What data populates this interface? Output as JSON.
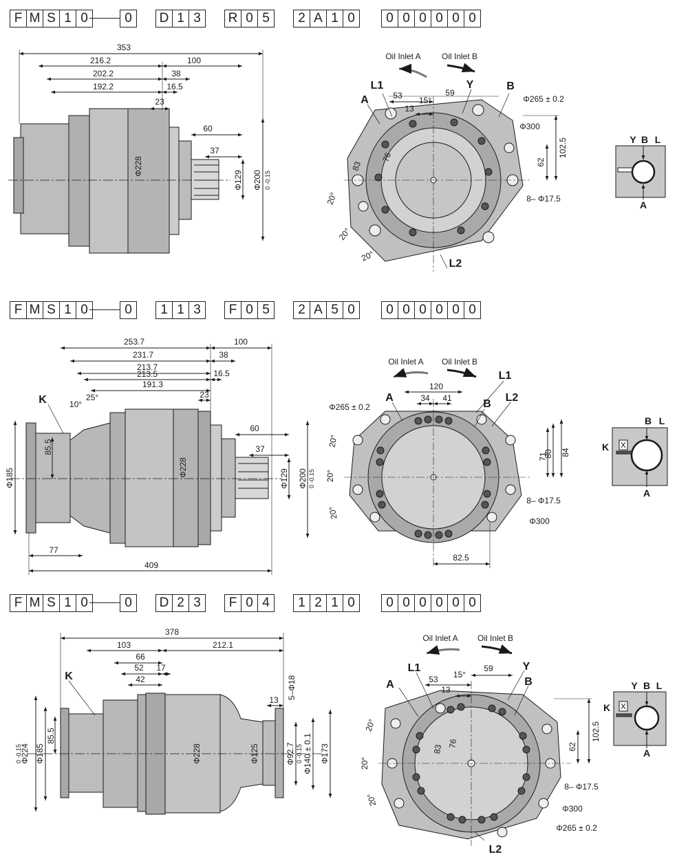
{
  "models": [
    {
      "code": [
        [
          "F",
          "M",
          "S",
          "1",
          "0"
        ],
        [
          "0"
        ],
        [
          "D",
          "1",
          "3"
        ],
        [
          "R",
          "0",
          "5"
        ],
        [
          "2",
          "A",
          "1",
          "0"
        ],
        [
          "0",
          "0",
          "0",
          "0",
          "0",
          "0"
        ]
      ],
      "side": {
        "d353": "353",
        "d216": "216.2",
        "d100": "100",
        "d202": "202.2",
        "d38": "38",
        "d192": "192.2",
        "d16": "16.5",
        "d23": "23",
        "d60": "60",
        "d37": "37",
        "phi228": "Φ228",
        "phi129": "Φ129",
        "phi200": "Φ200",
        "tol200": "0\n-0.15"
      },
      "front": {
        "inletA": "Oil Inlet A",
        "inletB": "Oil Inlet B",
        "L1": "L1",
        "Y": "Y",
        "B": "B",
        "A": "A",
        "L2": "L2",
        "d53": "53",
        "d59": "59",
        "a15": "15°",
        "d13": "13",
        "phi265": "Φ265 ± 0.2",
        "phi300": "Φ300",
        "d1025": "102.5",
        "d62": "62",
        "d83": "83",
        "d76": "76",
        "holes": "8– Φ17.5",
        "a20a": "20°",
        "a20b": "20°",
        "a20c": "20°"
      },
      "port": {
        "Y": "Y",
        "B": "B",
        "L": "L",
        "A": "A"
      }
    },
    {
      "code": [
        [
          "F",
          "M",
          "S",
          "1",
          "0"
        ],
        [
          "0"
        ],
        [
          "1",
          "1",
          "3"
        ],
        [
          "F",
          "0",
          "5"
        ],
        [
          "2",
          "A",
          "5",
          "0"
        ],
        [
          "0",
          "0",
          "0",
          "0",
          "0",
          "0"
        ]
      ],
      "side": {
        "d2537": "253.7",
        "d100": "100",
        "d2317": "231.7",
        "d38": "38",
        "d2137": "213.7",
        "d2135": "213.5",
        "d16": "16.5",
        "d1913": "191.3",
        "d23": "23",
        "a10": "10°",
        "a25": "25°",
        "K": "K",
        "d60": "60",
        "d37": "37",
        "phi185": "Φ185",
        "d855": "85.5",
        "phi228": "Φ228",
        "phi129": "Φ129",
        "phi200": "Φ200",
        "tol200": "0\n-0.15",
        "d77": "77",
        "d409": "409"
      },
      "front": {
        "inletA": "Oil Inlet A",
        "inletB": "Oil Inlet B",
        "L1": "L1",
        "A": "A",
        "B": "B",
        "L2": "L2",
        "d120": "120",
        "d34": "34",
        "d41": "41",
        "phi265": "Φ265 ± 0.2",
        "d71": "71",
        "d80": "80",
        "d84": "84",
        "holes": "8– Φ17.5",
        "phi300": "Φ300",
        "d825": "82.5",
        "a20a": "20°",
        "a20b": "20°",
        "a20c": "20°"
      },
      "port": {
        "K": "K",
        "B": "B",
        "L": "L",
        "A": "A"
      }
    },
    {
      "code": [
        [
          "F",
          "M",
          "S",
          "1",
          "0"
        ],
        [
          "0"
        ],
        [
          "D",
          "2",
          "3"
        ],
        [
          "F",
          "0",
          "4"
        ],
        [
          "1",
          "2",
          "1",
          "0"
        ],
        [
          "0",
          "0",
          "0",
          "0",
          "0",
          "0"
        ]
      ],
      "side": {
        "d378": "378",
        "d103": "103",
        "d2121": "212.1",
        "d66": "66",
        "d52": "52",
        "d17": "17",
        "d42": "42",
        "K": "K",
        "d13": "13",
        "d5phi18": "5–Φ18",
        "phi224": "Φ224",
        "tol224": "0\n-0.15",
        "phi185": "Φ185",
        "d855": "85.5",
        "phi228": "Φ228",
        "phi125": "Φ125",
        "phi927": "Φ92.7",
        "tol927": "0\n-0.15",
        "phi140": "Φ140 ± 0.1",
        "phi173": "Φ173"
      },
      "front": {
        "inletA": "Oil Inlet A",
        "inletB": "Oil Inlet B",
        "L1": "L1",
        "Y": "Y",
        "A": "A",
        "B": "B",
        "L2": "L2",
        "d53": "53",
        "a15": "15°",
        "d59": "59",
        "d13": "13",
        "d83": "83",
        "d76": "76",
        "d1025": "102.5",
        "d62": "62",
        "holes": "8– Φ17.5",
        "phi300": "Φ300",
        "phi265": "Φ265 ± 0.2",
        "a20a": "20°",
        "a20b": "20°",
        "a20c": "20°"
      },
      "port": {
        "K": "K",
        "Y": "Y",
        "B": "B",
        "L": "L",
        "A": "A"
      }
    }
  ],
  "colors": {
    "body": "#b8b8b8",
    "bodyDark": "#8e8e8e",
    "bodyLight": "#d4d4d4",
    "line": "#1a1a1a",
    "portBox": "#c8c8c8"
  }
}
